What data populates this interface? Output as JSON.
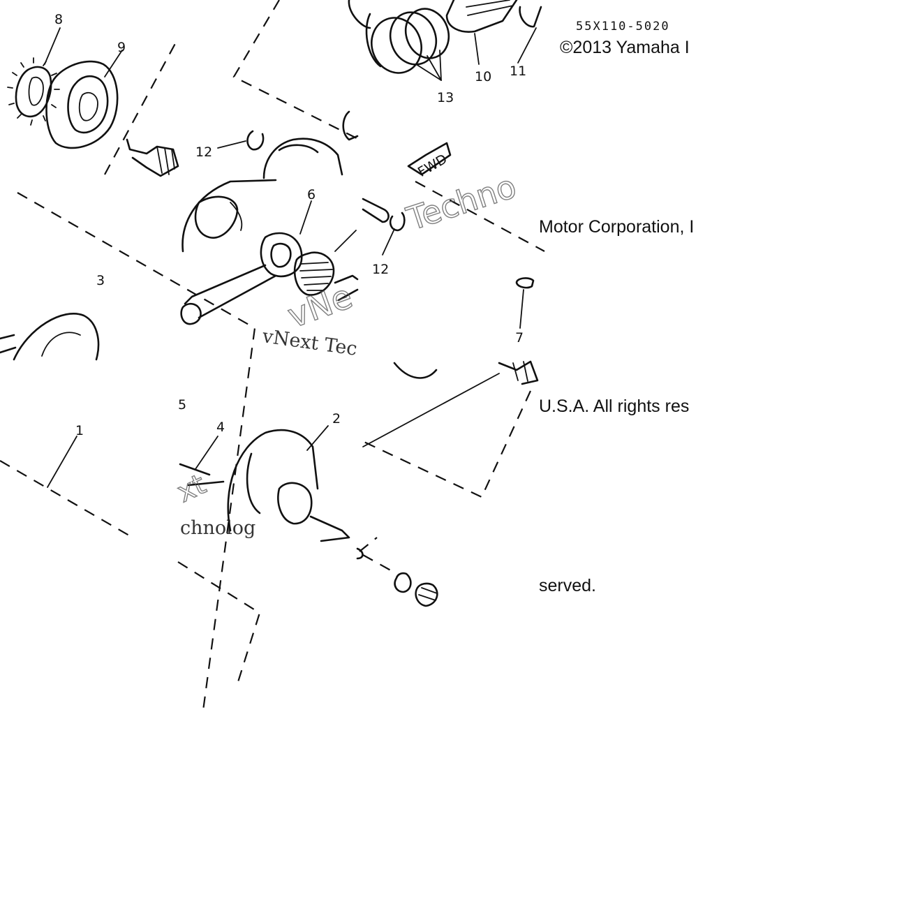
{
  "diagram": {
    "part_code": "55X110-5020",
    "copyright": {
      "line1": "©2013 Yamaha I",
      "line2": "Motor Corporation, I",
      "line3": "U.S.A. All rights res",
      "line4": "served."
    },
    "callouts": [
      "1",
      "2",
      "3",
      "4",
      "5",
      "6",
      "7",
      "8",
      "9",
      "10",
      "11",
      "12",
      "12",
      "13"
    ],
    "fwd_label": "FWD",
    "watermark": {
      "text_a": "vNext Tec",
      "text_b": "Techno",
      "text_c": "chnolog",
      "text_d": "vNe",
      "text_e": "xt"
    }
  }
}
